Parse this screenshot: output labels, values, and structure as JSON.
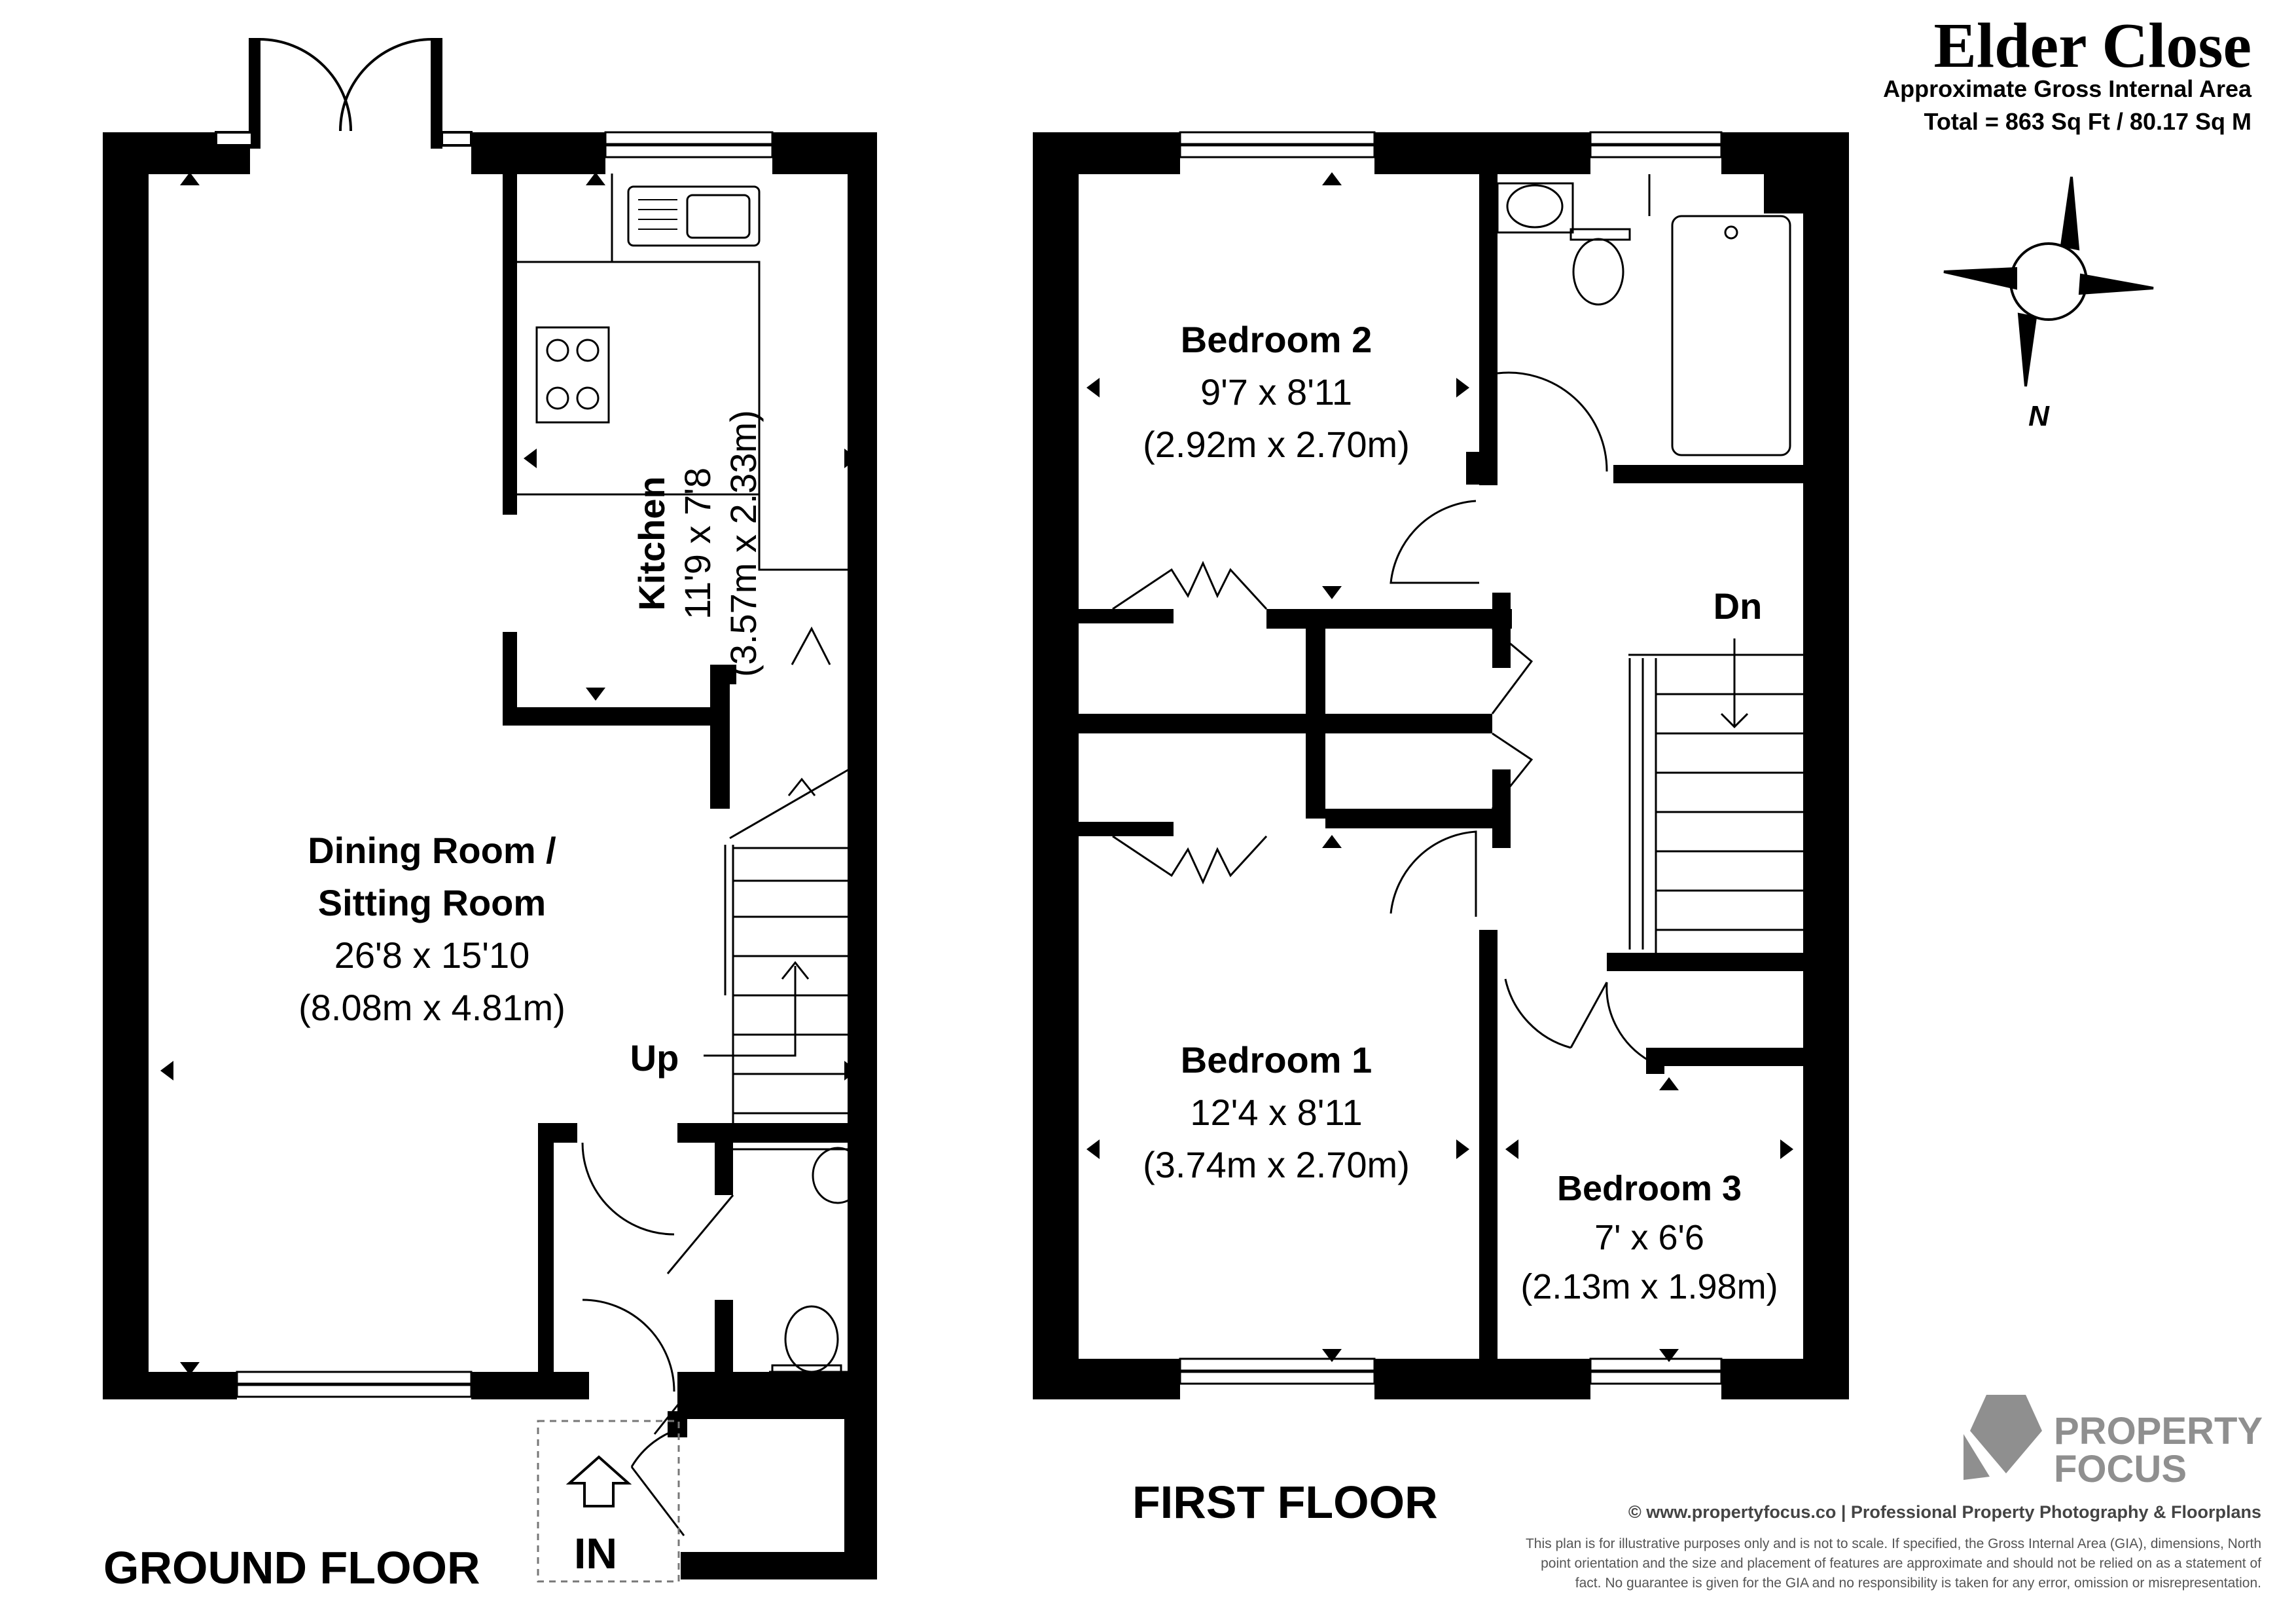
{
  "header": {
    "title": "Elder Close",
    "area_label": "Approximate Gross Internal Area",
    "area_total": "Total = 863 Sq Ft / 80.17 Sq M"
  },
  "compass": {
    "north_label": "N"
  },
  "ground_floor": {
    "label": "GROUND FLOOR",
    "rooms": {
      "dining": {
        "name_line1": "Dining Room /",
        "name_line2": "Sitting Room",
        "dim_imperial": "26'8 x 15'10",
        "dim_metric": "(8.08m x 4.81m)"
      },
      "kitchen": {
        "name": "Kitchen",
        "dim_imperial": "11'9 x 7'8",
        "dim_metric": "(3.57m x 2.33m)"
      }
    },
    "stairs_label": "Up",
    "entrance_label": "IN"
  },
  "first_floor": {
    "label": "FIRST FLOOR",
    "rooms": {
      "bedroom2": {
        "name": "Bedroom 2",
        "dim_imperial": "9'7 x 8'11",
        "dim_metric": "(2.92m x 2.70m)"
      },
      "bedroom1": {
        "name": "Bedroom 1",
        "dim_imperial": "12'4 x 8'11",
        "dim_metric": "(3.74m x 2.70m)"
      },
      "bedroom3": {
        "name": "Bedroom 3",
        "dim_imperial": "7' x 6'6",
        "dim_metric": "(2.13m x 1.98m)"
      }
    },
    "stairs_label": "Dn"
  },
  "brand": {
    "line1": "PROPERTY",
    "line2": "FOCUS",
    "color": "#8f8f8f"
  },
  "footer": {
    "credit": "© www.propertyfocus.co | Professional Property Photography & Floorplans",
    "disclaimer_lines": [
      "This plan is for illustrative purposes only and is not to scale. If specified, the Gross Internal Area (GIA), dimensions, North",
      "point orientation and the size and placement of features are approximate and should not be relied on as a statement of",
      "fact. No guarantee is given for the GIA and no responsibility is taken for any error, omission or misrepresentation."
    ]
  }
}
